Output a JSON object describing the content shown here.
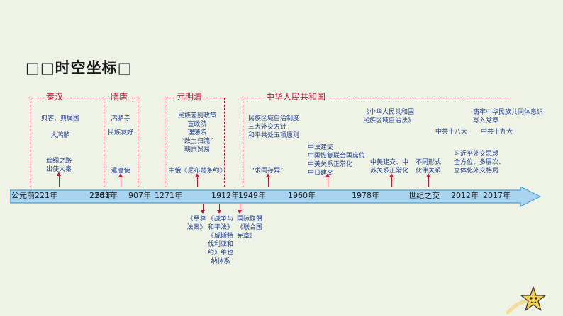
{
  "title": "□□时空坐标□",
  "periods": [
    {
      "name": "秦汉"
    },
    {
      "name": "隋唐"
    },
    {
      "name": "元明清"
    },
    {
      "name": "中华人民共和国"
    }
  ],
  "axis_labels": [
    "公元前221年",
    "220年",
    "581年",
    "907年",
    "1271年",
    "1912年",
    "1949年",
    "1960年",
    "1978年",
    "世纪之交",
    "2012年",
    "2017年"
  ],
  "events_top": {
    "qinhan_1": "典客、典属国",
    "qinhan_2": "大鸿胪",
    "qinhan_3": "丝绸之路\n出使大秦",
    "suitang_1": "鸿胪寺",
    "suitang_2": "民族友好",
    "suitang_3": "遣唐使",
    "yuanmingqing_1": "民族差别政策\n宣政院\n理藩院\n“改土归流”\n朝贡贸易",
    "yuanmingqing_2": "中俄《尼布楚条约》",
    "prc_1": "民族区域自治制度\n三大外交方针\n和平共处五项原则",
    "prc_2": "“求同存异”",
    "prc_3": "中法建交\n中国恢复联合国席位\n中美关系正常化\n中日建交",
    "prc_4": "《中华人民共和国\n民族区域自治法》",
    "prc_5": "中美建交、中\n苏关系正常化",
    "prc_6": "不同形式\n伙伴关系",
    "prc_7": "中共十八大",
    "prc_8": "习近平外交思想\n全方位、多层次、\n立体化外交格局",
    "prc_9": "铸牢中华民族共同体意识\n写入党章",
    "prc_10": "中共十九大"
  },
  "events_bottom": {
    "b1": "《至尊\n法案》",
    "b2": "《战争与\n和平法》\n《威斯特\n伐利亚和\n约》维也\n纳体系",
    "b3": "国际联盟\n《联合国\n宪章》"
  },
  "colors": {
    "accent": "#c8143a",
    "text": "#1f3d8f",
    "axis_fill": "#a9d4ef",
    "axis_stroke": "#4f9fd6",
    "background": "#eef3e6"
  },
  "icons": [
    "star-mascot-icon"
  ]
}
